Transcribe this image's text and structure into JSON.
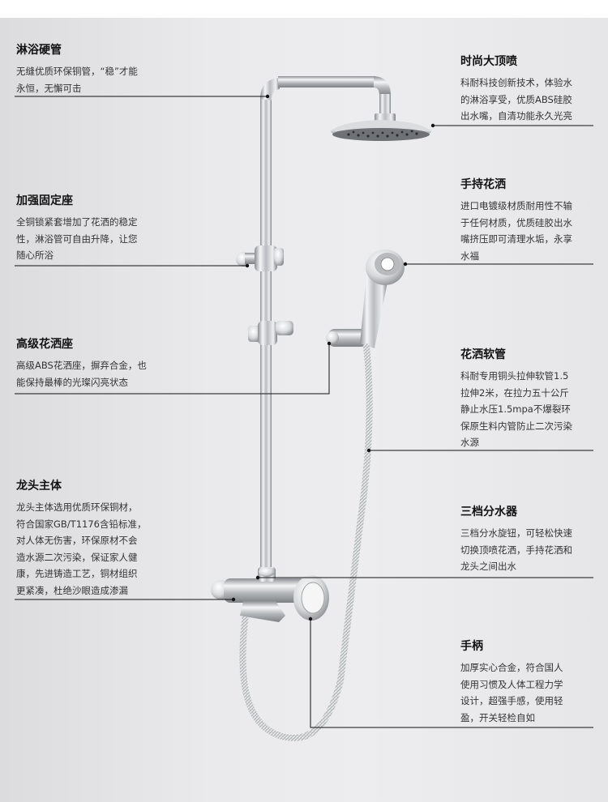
{
  "callouts": [
    {
      "key": "pipe",
      "title": "淋浴硬管",
      "desc": "无缝优质环保铜管，“稳”才能\n永恒，无懈可击"
    },
    {
      "key": "overhead",
      "title": "时尚大顶喷",
      "desc": "科耐科技创新技术，体验水\n的淋浴享受，优质ABS硅胶\n出水嘴，自清功能永久光亮"
    },
    {
      "key": "bracket",
      "title": "加强固定座",
      "desc": "全铜锁紧套增加了花洒的稳定\n性，淋浴管可自由升降，让您\n随心所浴"
    },
    {
      "key": "handheld",
      "title": "手持花洒",
      "desc": "进口电镀级材质耐用性不输\n于任何材质，优质硅胶出水\n嘴挤压即可清理水垢，永享\n水福"
    },
    {
      "key": "holder",
      "title": "高级花洒座",
      "desc": "高级ABS花洒座，摒弃合金，也\n能保持最棒的光璨闪亮状态"
    },
    {
      "key": "hose",
      "title": "花洒软管",
      "desc": "科耐专用铜头拉伸软管1.5\n拉伸2米，在拉力五十公斤\n静止水压1.5mpa不爆裂环\n保原生料内管防止二次污染\n水源"
    },
    {
      "key": "body",
      "title": "龙头主体",
      "desc": "龙头主体选用优质环保铜材，\n符合国家GB/T1176含铅标准，\n对人体无伤害，环保原材不会\n造水源二次污染，保证家人健\n康，先进铸造工艺，铜材组织\n更紧凑，杜绝沙眼造成渗漏"
    },
    {
      "key": "diverter",
      "title": "三档分水器",
      "desc": "三档分水旋钮，可轻松快速\n切换顶喷花洒，手持花洒和\n龙头之间出水"
    },
    {
      "key": "handle",
      "title": "手柄",
      "desc": "加厚实心合金，符合国人\n使用习惯及人体工程力学\n设计，超强手感，使用轻\n盈，开关轻检自如"
    }
  ]
}
